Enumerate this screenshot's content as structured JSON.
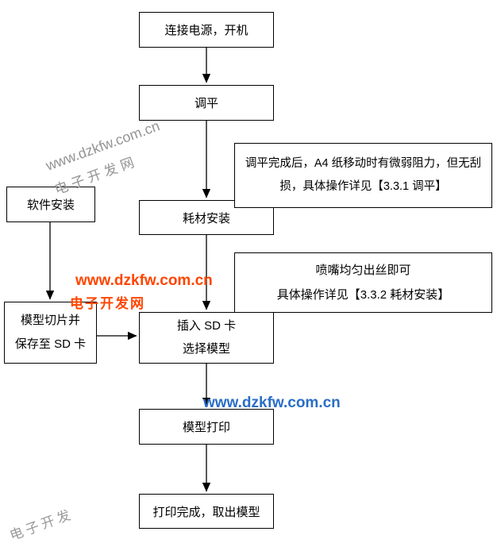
{
  "flow": {
    "connect_power": "连接电源，开机",
    "leveling": "调平",
    "consumable_install": "耗材安装",
    "insert_sd": {
      "line1": "插入 SD 卡",
      "line2": "选择模型"
    },
    "model_print": "模型打印",
    "print_complete": "打印完成，取出模型",
    "software_install": "软件安装",
    "slice_save": {
      "line1": "模型切片并",
      "line2": "保存至 SD 卡"
    },
    "note_leveling": {
      "line1": "调平完成后，A4 纸移动时有微弱阻力，但无刮",
      "line2": "损，具体操作详见【3.3.1 调平】"
    },
    "note_consumable": {
      "line1": "喷嘴均匀出丝即可",
      "line2": "具体操作详见【3.3.2 耗材安装】"
    }
  },
  "watermarks": {
    "diagonal_url": "www.dzkfw.com.cn",
    "diagonal_name": "电子开发网",
    "red_url": "www.dzkfw.com.cn",
    "red_name": "电子开发网",
    "blue_url": "www.dzkfw.com.cn",
    "bottom_partial": "电子开发"
  },
  "colors": {
    "box_border": "#000000",
    "arrow": "#000000",
    "watermark_gray": "#949494",
    "watermark_red": "#ff4500",
    "watermark_blue": "#2a6ec6"
  }
}
